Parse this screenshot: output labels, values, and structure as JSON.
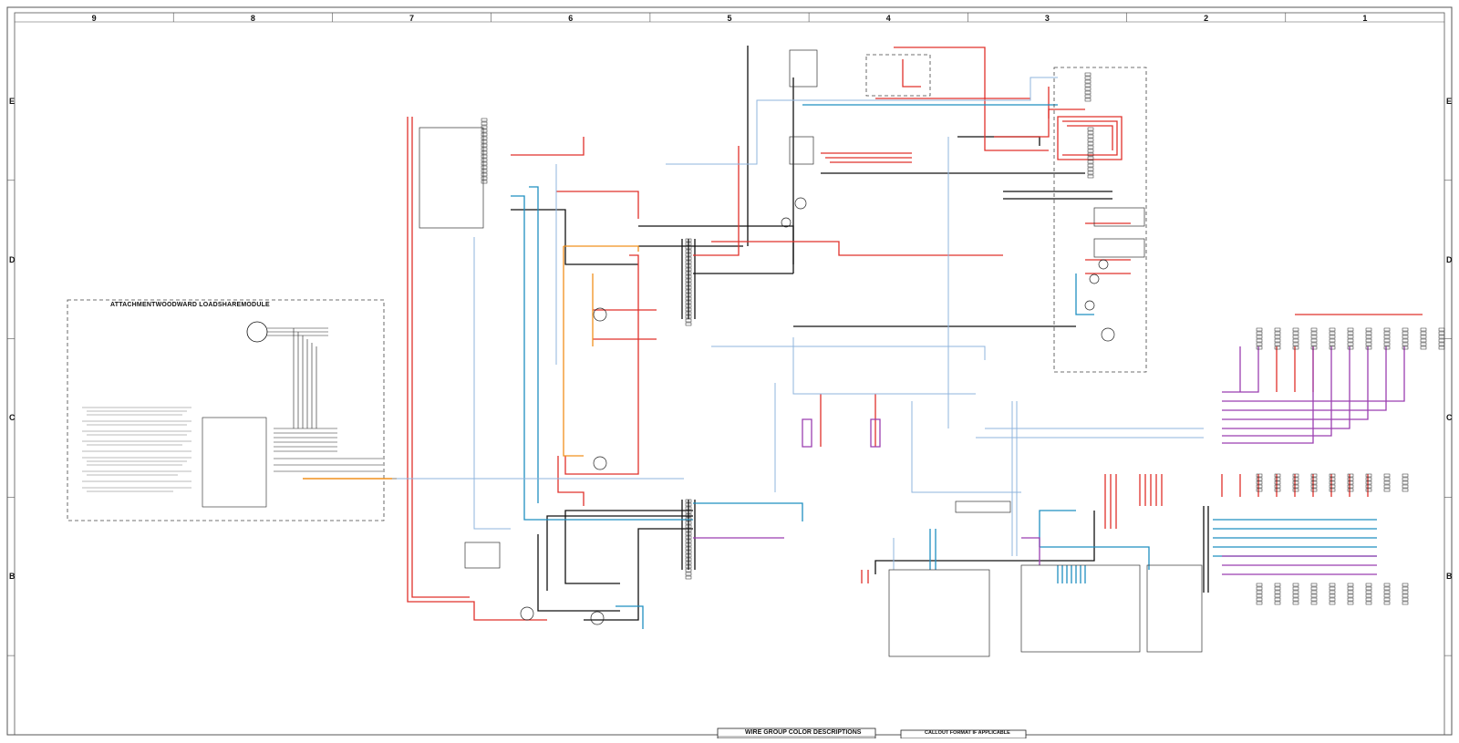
{
  "drawing": {
    "column_zones": [
      "9",
      "8",
      "7",
      "6",
      "5",
      "4",
      "3",
      "2",
      "1"
    ],
    "row_zones": [
      "E",
      "D",
      "C",
      "B"
    ],
    "attachment_module_title": "ATTACHMENTWOODWARD LOADSHAREMODULE",
    "wire_color_box_title": "WIRE GROUP COLOR DESCRIPTIONS",
    "callout_box_title": "CALLOUT FORMAT IF APPLICABLE"
  },
  "colors": {
    "frame": "#555555",
    "wire_black": "#111111",
    "wire_red": "#e0312b",
    "wire_blue": "#1f8fc1",
    "wire_light_blue": "#8fb4de",
    "wire_purple": "#9b3fb0",
    "wire_orange": "#f0901d",
    "dashed_box": "#444444"
  }
}
